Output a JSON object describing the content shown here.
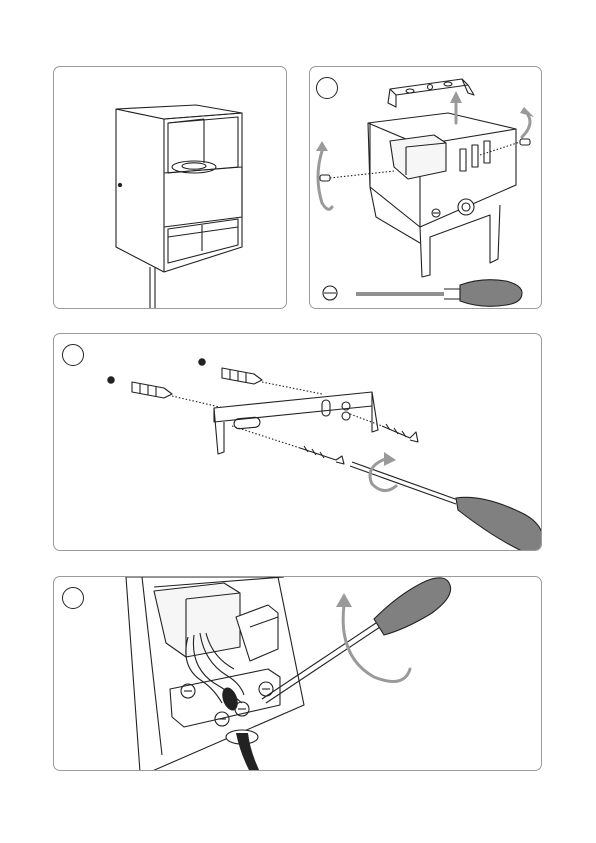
{
  "document": {
    "type": "installation-instructions",
    "panels": [
      {
        "id": "panel-1",
        "content": "wall-lamp-product-view"
      },
      {
        "id": "panel-2",
        "content": "remove-mounting-bracket",
        "step_number": "",
        "tool": "flathead-screwdriver"
      },
      {
        "id": "panel-3",
        "content": "fix-bracket-to-wall",
        "step_number": ""
      },
      {
        "id": "panel-4",
        "content": "connect-mains-wires",
        "step_number": ""
      }
    ]
  },
  "colors": {
    "line": "#222222",
    "arrow": "#9a9a9a",
    "handle": "#808080",
    "border": "#9a9a9a"
  }
}
